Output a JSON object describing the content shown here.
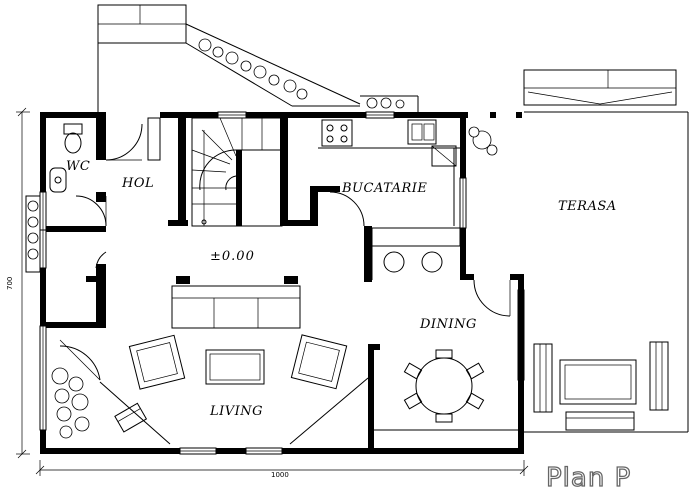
{
  "plan": {
    "title": "Plan P",
    "elevation": "±0.00",
    "dimensions": {
      "width": "1000",
      "height": "700"
    },
    "rooms": {
      "wc": "WC",
      "hol": "HOL",
      "bucatarie": "BUCATARIE",
      "terasa": "TERASA",
      "dining": "DINING",
      "living": "LIVING"
    }
  },
  "colors": {
    "walls": "#000000",
    "background": "#ffffff",
    "title_outline": "#666666"
  }
}
